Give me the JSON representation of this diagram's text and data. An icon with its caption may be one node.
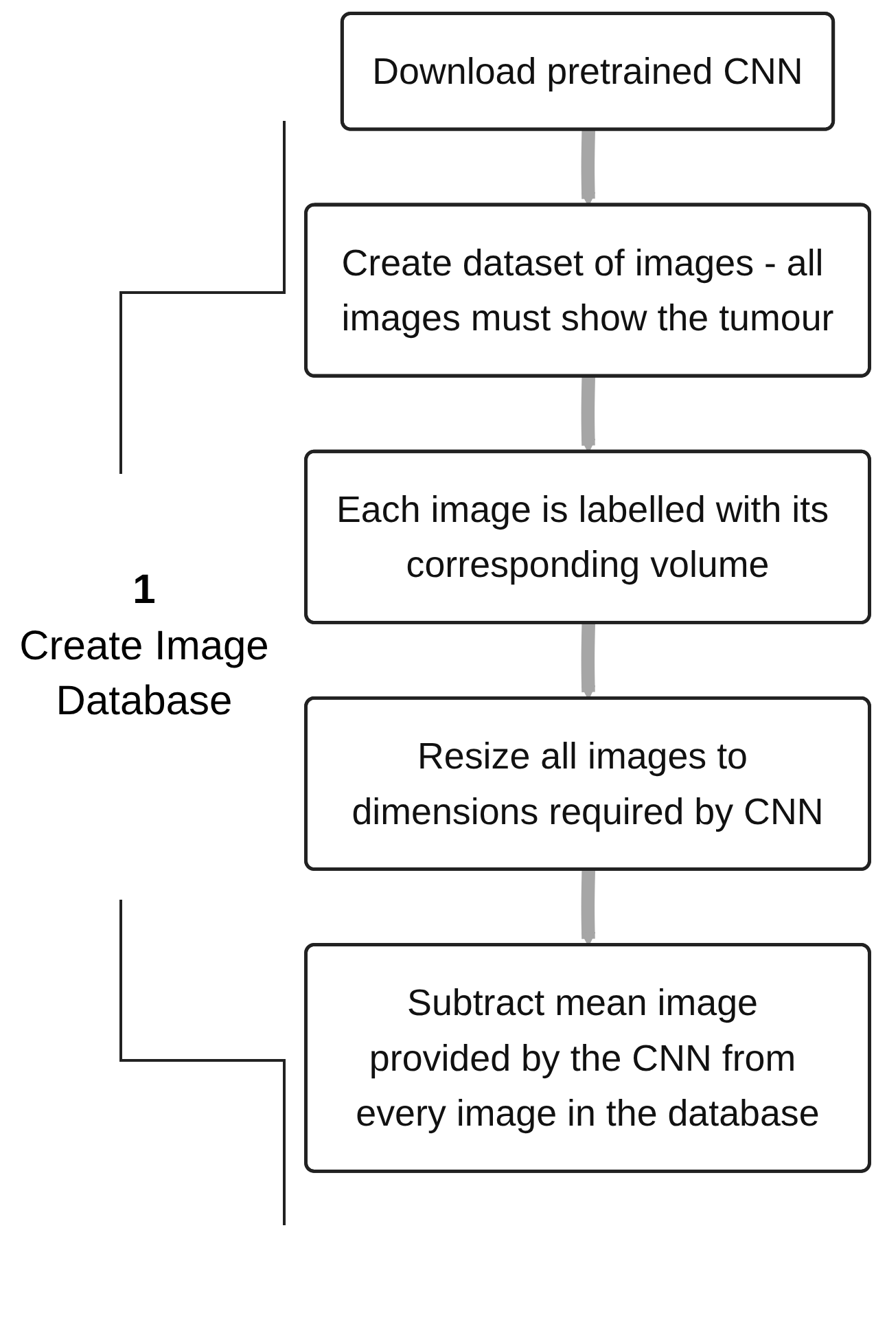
{
  "diagram": {
    "nodes": [
      {
        "text": [
          "Download pretrained CNN"
        ]
      },
      {
        "text": [
          "Create dataset of images - all images must show the tumour"
        ]
      },
      {
        "text": [
          "Each image is labelled with its corresponding volume"
        ]
      },
      {
        "text": [
          "Resize all images to dimensions required by CNN"
        ]
      },
      {
        "text": [
          "Subtract mean image provided by the CNN from every image in the database"
        ]
      }
    ],
    "edges": [
      {
        "from": 0,
        "to": 1,
        "arrow": "to"
      },
      {
        "from": 1,
        "to": 2,
        "arrow": "to"
      },
      {
        "from": 2,
        "to": 3,
        "arrow": "to"
      },
      {
        "from": 3,
        "to": 4,
        "arrow": "to"
      }
    ],
    "labels": [
      "1",
      "Create Image Database"
    ]
  }
}
